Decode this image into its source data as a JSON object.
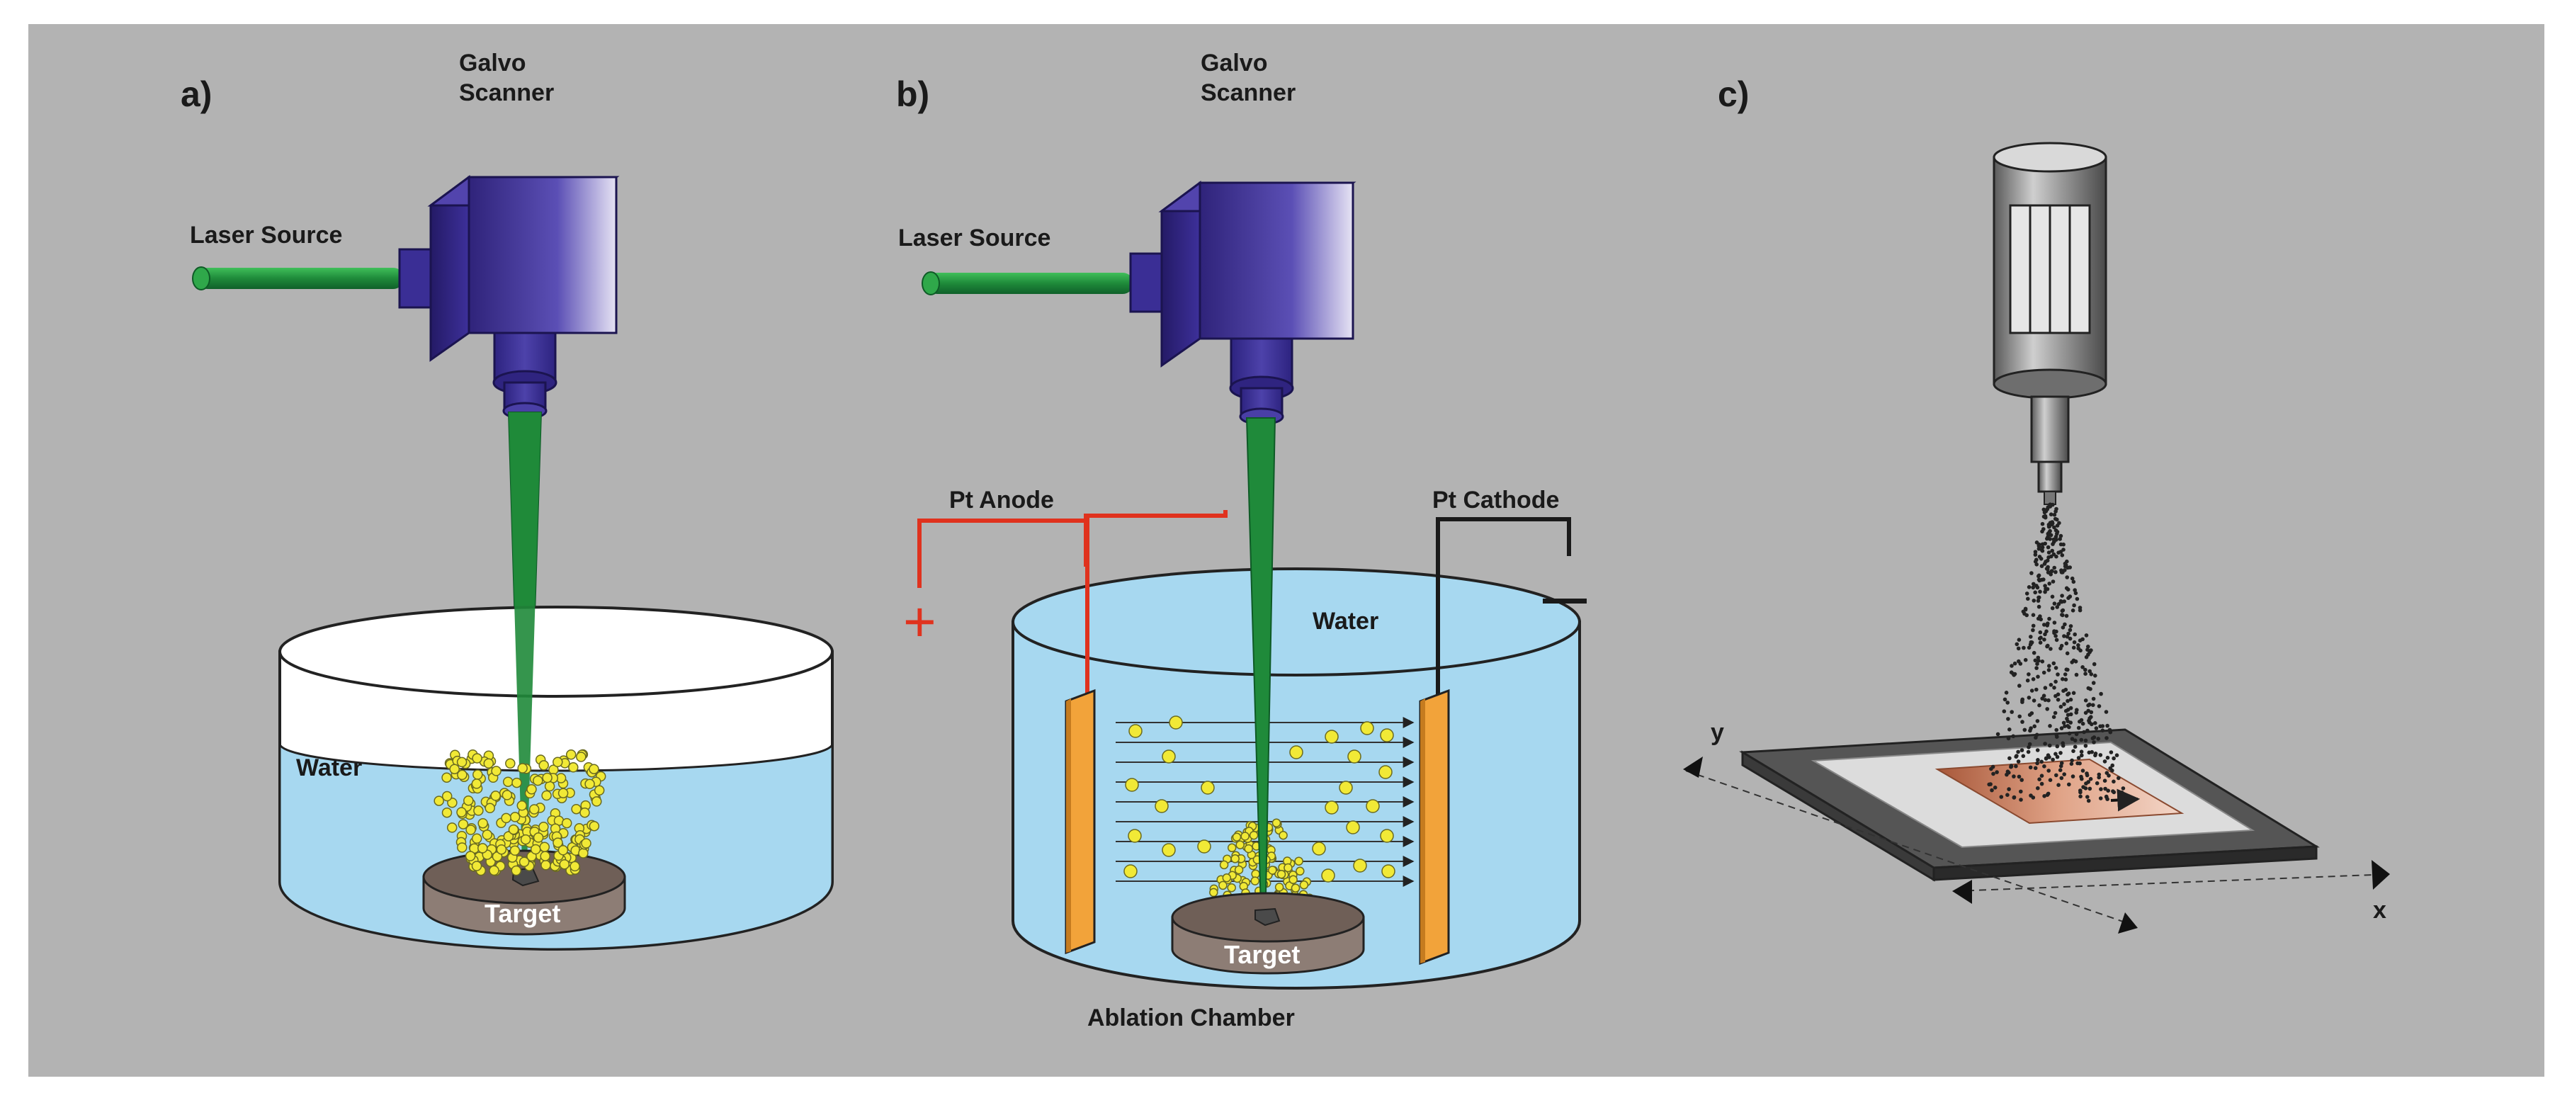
{
  "panels": {
    "a": {
      "label": "a)",
      "galvo_line1": "Galvo",
      "galvo_line2": "Scanner",
      "laser_source": "Laser Source",
      "water": "Water",
      "target": "Target"
    },
    "b": {
      "label": "b)",
      "galvo_line1": "Galvo",
      "galvo_line2": "Scanner",
      "laser_source": "Laser Source",
      "pt_anode": "Pt Anode",
      "pt_cathode": "Pt Cathode",
      "plus": "+",
      "water": "Water",
      "target": "Target",
      "ablation_chamber": "Ablation Chamber"
    },
    "c": {
      "label": "c)",
      "axis_y": "y",
      "axis_x": "x"
    }
  },
  "colors": {
    "background": "#b3b3b3",
    "galvo": "#3b2c92",
    "laser": "#1f8a3a",
    "water": "#a7d8f0",
    "target": "#7a6a62",
    "particle": "#f1e936",
    "electrode": "#f2a33a",
    "anode_wire": "#e0321e"
  }
}
